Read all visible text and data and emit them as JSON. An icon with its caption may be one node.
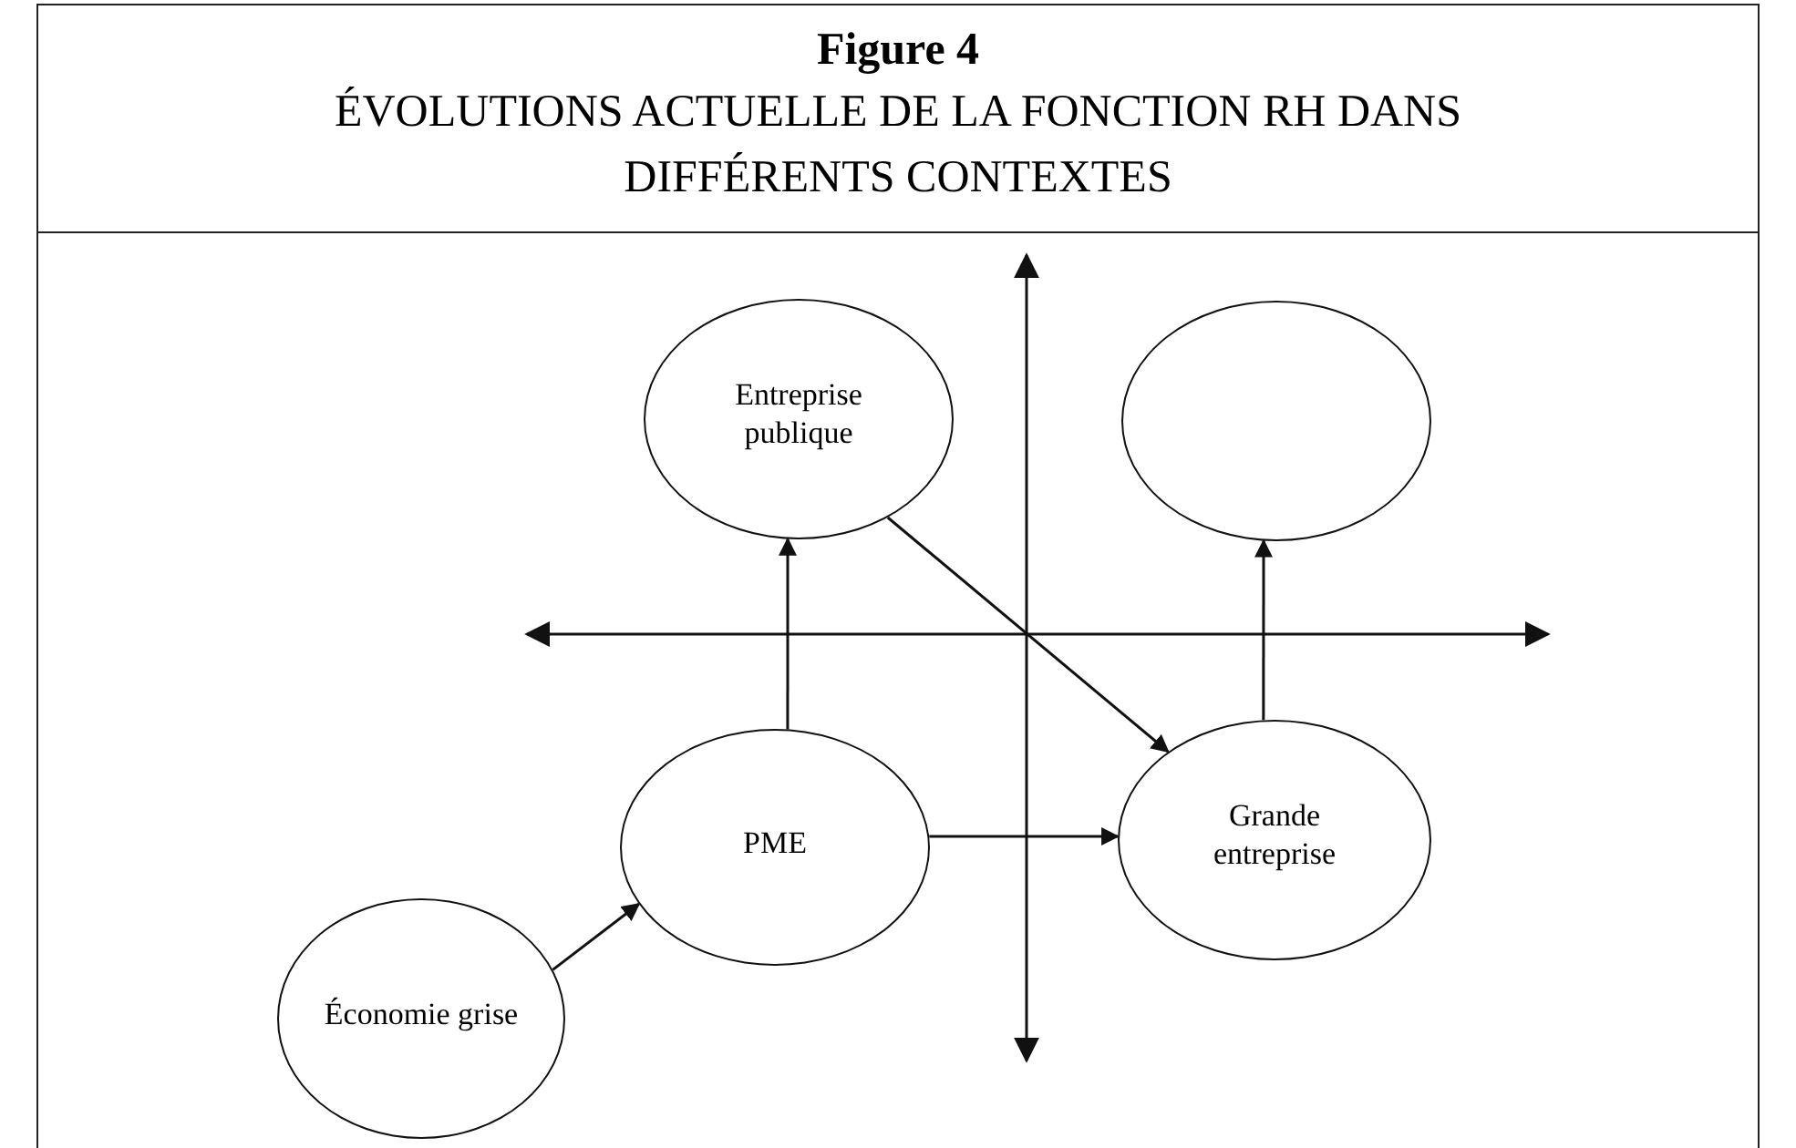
{
  "diagram": {
    "title": "ÉVOLUTIONS ACTUELLE DE LA FONCTION RH DANS DIFFÉRENTS CONTEXTES",
    "nodes": [
      {
        "text": [
          "Entreprise publique"
        ]
      },
      {
        "text": [],
        "shape": "ellipse"
      },
      {
        "text": [
          "PME"
        ]
      },
      {
        "text": [
          "Grande entreprise"
        ]
      },
      {
        "text": [
          "Économie grise"
        ]
      }
    ],
    "edges": [
      {
        "from": 2,
        "to": 0,
        "arrow": "to"
      },
      {
        "from": 3,
        "to": 1,
        "arrow": "to"
      },
      {
        "from": 0,
        "to": 3,
        "arrow": "to"
      },
      {
        "from": 2,
        "to": 3,
        "arrow": "to"
      },
      {
        "from": 4,
        "to": 2,
        "arrow": "to"
      }
    ],
    "labels": [
      "Figure 4"
    ]
  }
}
